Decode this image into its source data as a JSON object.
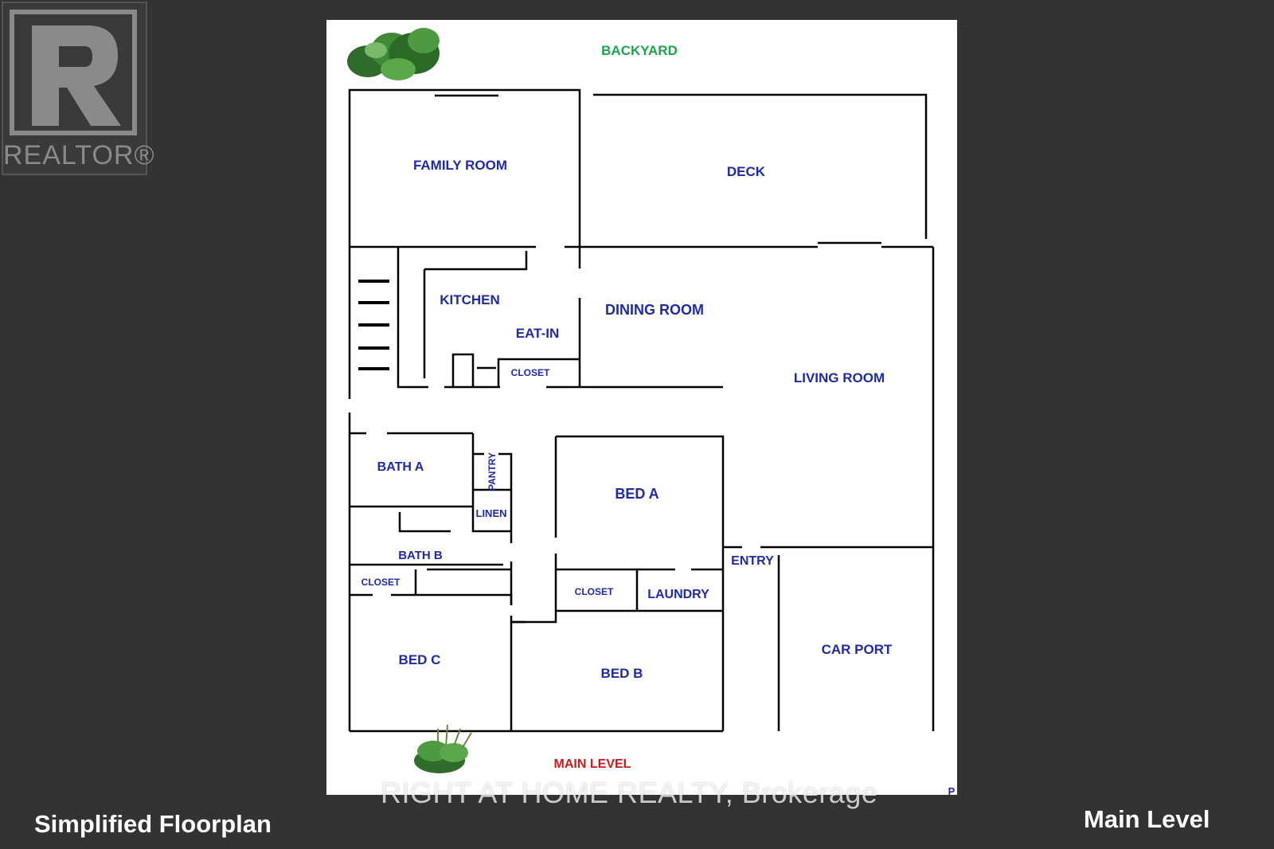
{
  "logo": {
    "wordmark": "REALTOR®"
  },
  "plan": {
    "backyard_label": "BACKYARD",
    "main_level_label": "MAIN LEVEL",
    "corner_fragment": "P",
    "rooms": {
      "family_room": "FAMILY ROOM",
      "deck": "DECK",
      "kitchen": "KITCHEN",
      "eat_in": "EAT-IN",
      "dining_room": "DINING ROOM",
      "closet_kitchen": "CLOSET",
      "living_room": "LIVING ROOM",
      "bath_a": "BATH A",
      "pantry": "PANTRY",
      "linen": "LINEN",
      "bed_a": "BED A",
      "bath_b": "BATH B",
      "closet_bath_b": "CLOSET",
      "entry": "ENTRY",
      "closet_bed_b": "CLOSET",
      "laundry": "LAUNDRY",
      "car_port": "CAR PORT",
      "bed_c": "BED C",
      "bed_b": "BED B"
    }
  },
  "captions": {
    "left": "Simplified Floorplan",
    "right": "Main Level"
  },
  "watermark": "RIGHT AT HOME REALTY, Brokerage",
  "colors": {
    "background": "#333333",
    "room_label": "#1f2aa6",
    "backyard_label": "#1aa64a",
    "main_level_label": "#d01818",
    "wall": "#000000"
  },
  "icons": [
    "shrub-icon"
  ]
}
